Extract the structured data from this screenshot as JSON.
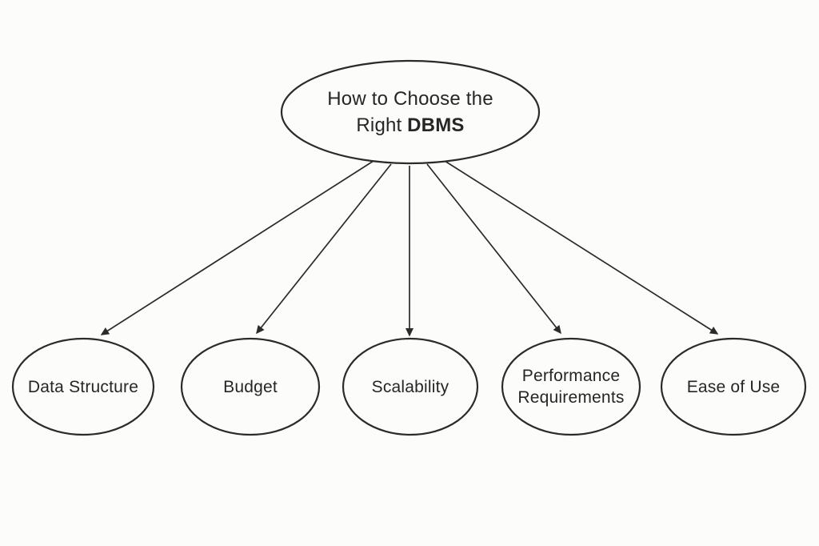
{
  "diagram": {
    "root": {
      "label": "How to Choose the Right DBMS",
      "line1": "How to Choose the",
      "line2_regular": "Right",
      "line2_bold": "DBMS"
    },
    "children": [
      {
        "label": "Data Structure"
      },
      {
        "label": "Budget"
      },
      {
        "label": "Scalability"
      },
      {
        "label": "Performance Requirements"
      },
      {
        "label": "Ease of Use"
      }
    ]
  },
  "colors": {
    "background": "#fcfcfb",
    "stroke": "#2b2b2b",
    "text": "#262626"
  }
}
